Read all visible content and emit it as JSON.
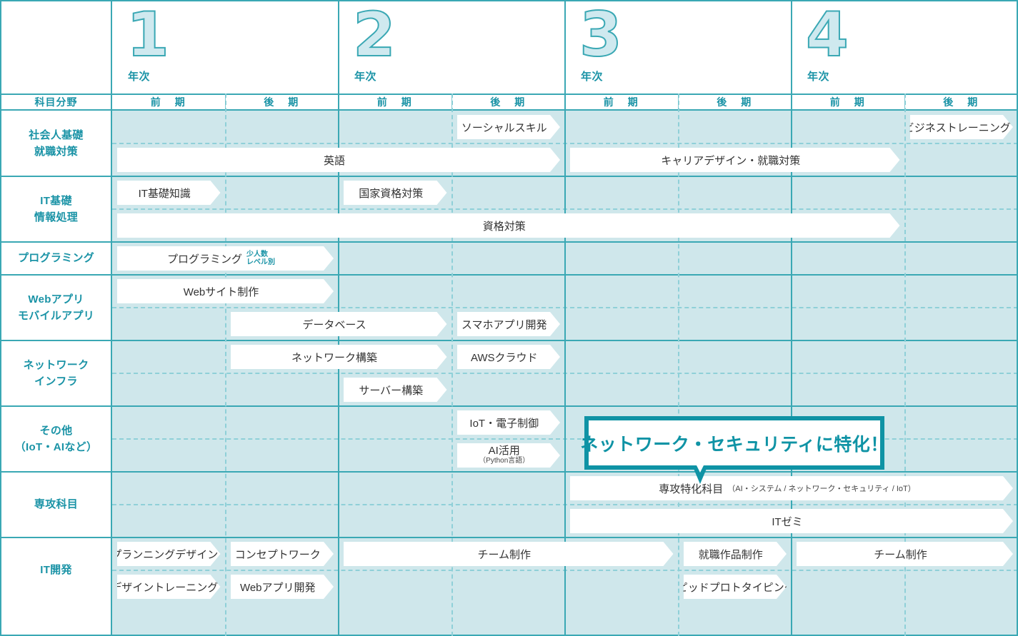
{
  "header": {
    "field_label": "科目分野",
    "year_suffix": "年次",
    "years": [
      "1",
      "2",
      "3",
      "4"
    ],
    "semesters": [
      "前　期",
      "後　期"
    ]
  },
  "categories": [
    {
      "lines": [
        "社会人基礎",
        "就職対策"
      ]
    },
    {
      "lines": [
        "IT基礎",
        "情報処理"
      ]
    },
    {
      "lines": [
        "プログラミング"
      ]
    },
    {
      "lines": [
        "Webアプリ",
        "モバイルアプリ"
      ]
    },
    {
      "lines": [
        "ネットワーク",
        "インフラ"
      ]
    },
    {
      "lines": [
        "その他",
        "（IoT・AIなど）"
      ]
    },
    {
      "lines": [
        "専攻科目"
      ]
    },
    {
      "lines": [
        "IT開発"
      ]
    }
  ],
  "bars": [
    {
      "label": "ソーシャルスキル",
      "row": 0,
      "start": 3,
      "span": 1
    },
    {
      "label": "ビジネストレーニング",
      "row": 0,
      "start": 7,
      "span": 1
    },
    {
      "label": "英語",
      "row": 1,
      "start": 0,
      "span": 4
    },
    {
      "label": "キャリアデザイン・就職対策",
      "row": 1,
      "start": 4,
      "span": 3
    },
    {
      "label": "IT基礎知識",
      "row": 2,
      "start": 0,
      "span": 1
    },
    {
      "label": "国家資格対策",
      "row": 2,
      "start": 2,
      "span": 1
    },
    {
      "label": "資格対策",
      "row": 3,
      "start": 0,
      "span": 7
    },
    {
      "label": "プログラミング",
      "row": 4,
      "start": 0,
      "span": 2,
      "sub": [
        "少人数",
        "レベル別"
      ]
    },
    {
      "label": "Webサイト制作",
      "row": 5,
      "start": 0,
      "span": 2
    },
    {
      "label": "データベース",
      "row": 6,
      "start": 1,
      "span": 2
    },
    {
      "label": "スマホアプリ開発",
      "row": 6,
      "start": 3,
      "span": 1
    },
    {
      "label": "ネットワーク構築",
      "row": 7,
      "start": 1,
      "span": 2
    },
    {
      "label": "AWSクラウド",
      "row": 7,
      "start": 3,
      "span": 1
    },
    {
      "label": "サーバー構築",
      "row": 8,
      "start": 2,
      "span": 1
    },
    {
      "label": "IoT・電子制御",
      "row": 9,
      "start": 3,
      "span": 1
    },
    {
      "label": "AI活用",
      "row": 10,
      "start": 3,
      "span": 1,
      "line2": "（Python言語）"
    },
    {
      "label": "専攻特化科目",
      "row": 11,
      "start": 4,
      "span": 4,
      "note": "（AI・システム / ネットワーク・セキュリティ / IoT）"
    },
    {
      "label": "ITゼミ",
      "row": 12,
      "start": 4,
      "span": 4
    },
    {
      "label": "プランニングデザイン",
      "row": 13,
      "start": 0,
      "span": 1
    },
    {
      "label": "コンセプトワーク",
      "row": 13,
      "start": 1,
      "span": 1
    },
    {
      "label": "チーム制作",
      "row": 13,
      "start": 2,
      "span": 3
    },
    {
      "label": "就職作品制作",
      "row": 13,
      "start": 5,
      "span": 1
    },
    {
      "label": "チーム制作",
      "row": 13,
      "start": 6,
      "span": 2
    },
    {
      "label": "デザイントレーニング",
      "row": 14,
      "start": 0,
      "span": 1
    },
    {
      "label": "Webアプリ開発",
      "row": 14,
      "start": 1,
      "span": 1
    },
    {
      "label": "ラピッドプロトタイピング",
      "row": 14,
      "start": 5,
      "span": 1
    }
  ],
  "callout": {
    "text": "ネットワーク・セキュリティに特化！"
  },
  "colors": {
    "accent": "#1a93a6",
    "border": "#3aa8b4",
    "body_bg": "#cfe7eb",
    "bar_bg": "#ffffff",
    "callout_border": "#0f93a5"
  }
}
